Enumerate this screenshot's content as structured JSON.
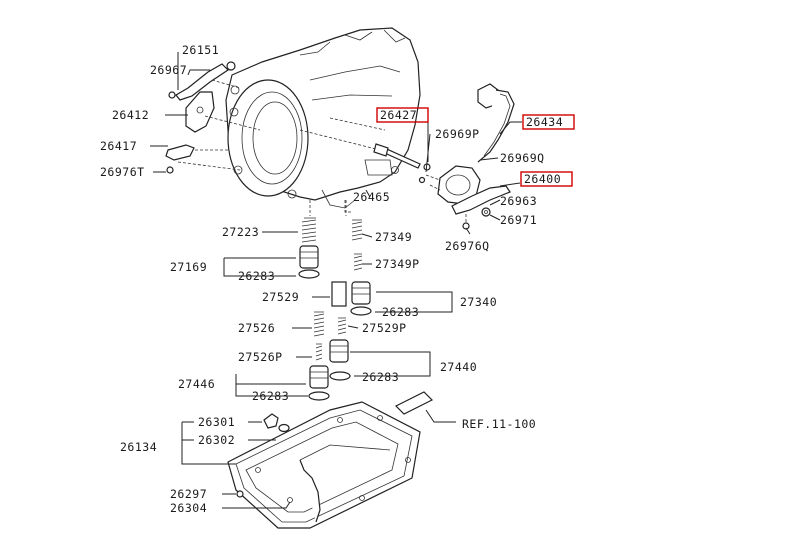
{
  "labels": {
    "p26151": "26151",
    "p26967": "26967",
    "p26412": "26412",
    "p26417": "26417",
    "p26976T": "26976T",
    "p26427": "26427",
    "p26969P": "26969P",
    "p26434": "26434",
    "p26969Q": "26969Q",
    "p26400": "26400",
    "p26963": "26963",
    "p26971": "26971",
    "p26976Q": "26976Q",
    "p26465": "26465",
    "p27223": "27223",
    "p27349": "27349",
    "p27169": "27169",
    "p26283a": "26283",
    "p27349P": "27349P",
    "p27529": "27529",
    "p26283b": "26283",
    "p27340": "27340",
    "p27526": "27526",
    "p27529P": "27529P",
    "p27526P": "27526P",
    "p27440": "27440",
    "p27446": "27446",
    "p26283c": "26283",
    "p26283d": "26283",
    "p26301": "26301",
    "p26302": "26302",
    "pREF": "REF.11-100",
    "p26134": "26134",
    "p26297": "26297",
    "p26304": "26304"
  },
  "colors": {
    "highlight_box": "#d00000",
    "ink": "#222222"
  }
}
